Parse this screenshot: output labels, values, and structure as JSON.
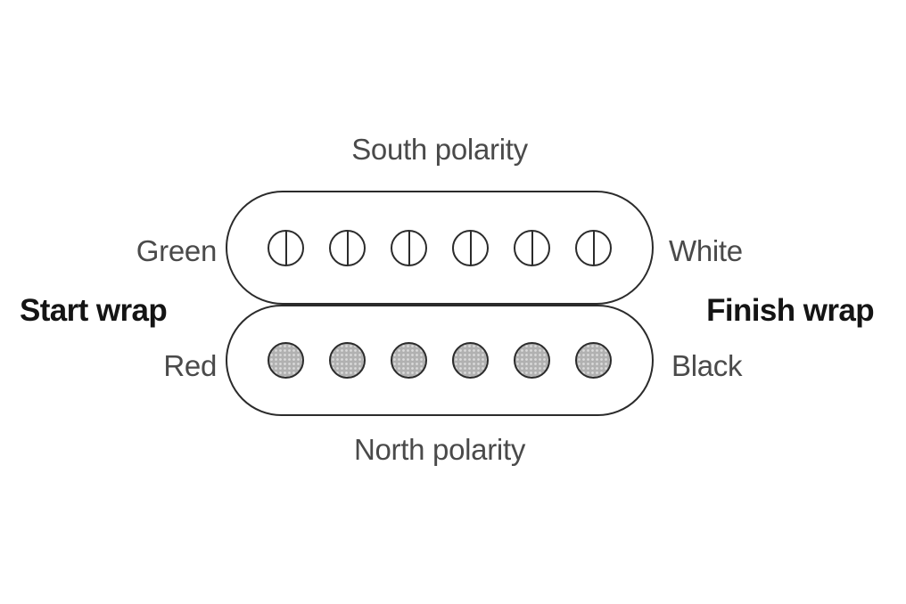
{
  "diagram": {
    "coils": [
      {
        "polarity_label": "South polarity",
        "pole_type": "screw",
        "pole_count": 6,
        "left_wire_label": "Green",
        "right_wire_label": "White"
      },
      {
        "polarity_label": "North polarity",
        "pole_type": "slug",
        "pole_count": 6,
        "left_wire_label": "Red",
        "right_wire_label": "Black"
      }
    ],
    "start_wrap_label": "Start wrap",
    "finish_wrap_label": "Finish wrap",
    "colors": {
      "outline": "#2b2b2b",
      "slug_fill": "#b1b1b1",
      "wire_label_text": "#4a4a4a",
      "wrap_label_text": "#141414",
      "background": "#ffffff"
    }
  }
}
